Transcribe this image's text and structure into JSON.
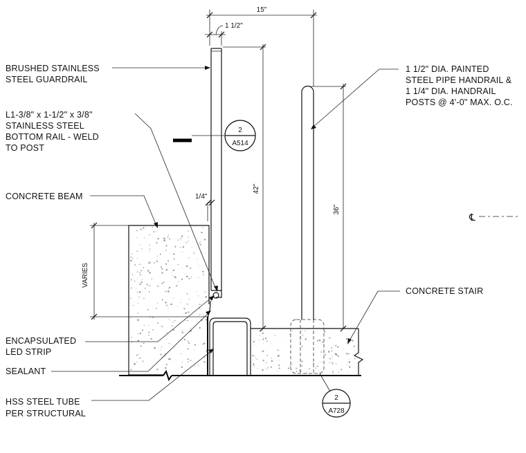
{
  "notes": {
    "guardrail": [
      "BRUSHED STAINLESS",
      "STEEL GUARDRAIL"
    ],
    "bottom_rail": [
      "L1-3/8\" x 1-1/2\" x 3/8\"",
      "STAINLESS STEEL",
      "BOTTOM RAIL - WELD",
      "TO POST"
    ],
    "concrete_beam": [
      "CONCRETE BEAM"
    ],
    "led_strip": [
      "ENCAPSULATED",
      "LED STRIP"
    ],
    "sealant": [
      "SEALANT"
    ],
    "hss_tube": [
      "HSS STEEL TUBE",
      "PER STRUCTURAL"
    ],
    "handrail": [
      "1 1/2\" DIA. PAINTED",
      "STEEL PIPE HANDRAIL &",
      "1 1/4\" DIA. HANDRAIL",
      "POSTS @ 4'-0\" MAX. O.C."
    ],
    "concrete_stair": [
      "CONCRETE STAIR"
    ]
  },
  "dimensions": {
    "overall_width": "15\"",
    "guardrail_width": "1 1/2\"",
    "gap": "1/4\"",
    "guard_height": "42\"",
    "handrail_height": "36\"",
    "beam_depth": "VARIES"
  },
  "section_tags": [
    {
      "number": "2",
      "sheet": "A514"
    },
    {
      "number": "2",
      "sheet": "A728"
    }
  ],
  "centerline_symbol": "℄",
  "colors": {
    "line": "#111111",
    "hatch": "#9a9a9a",
    "background": "#ffffff"
  }
}
